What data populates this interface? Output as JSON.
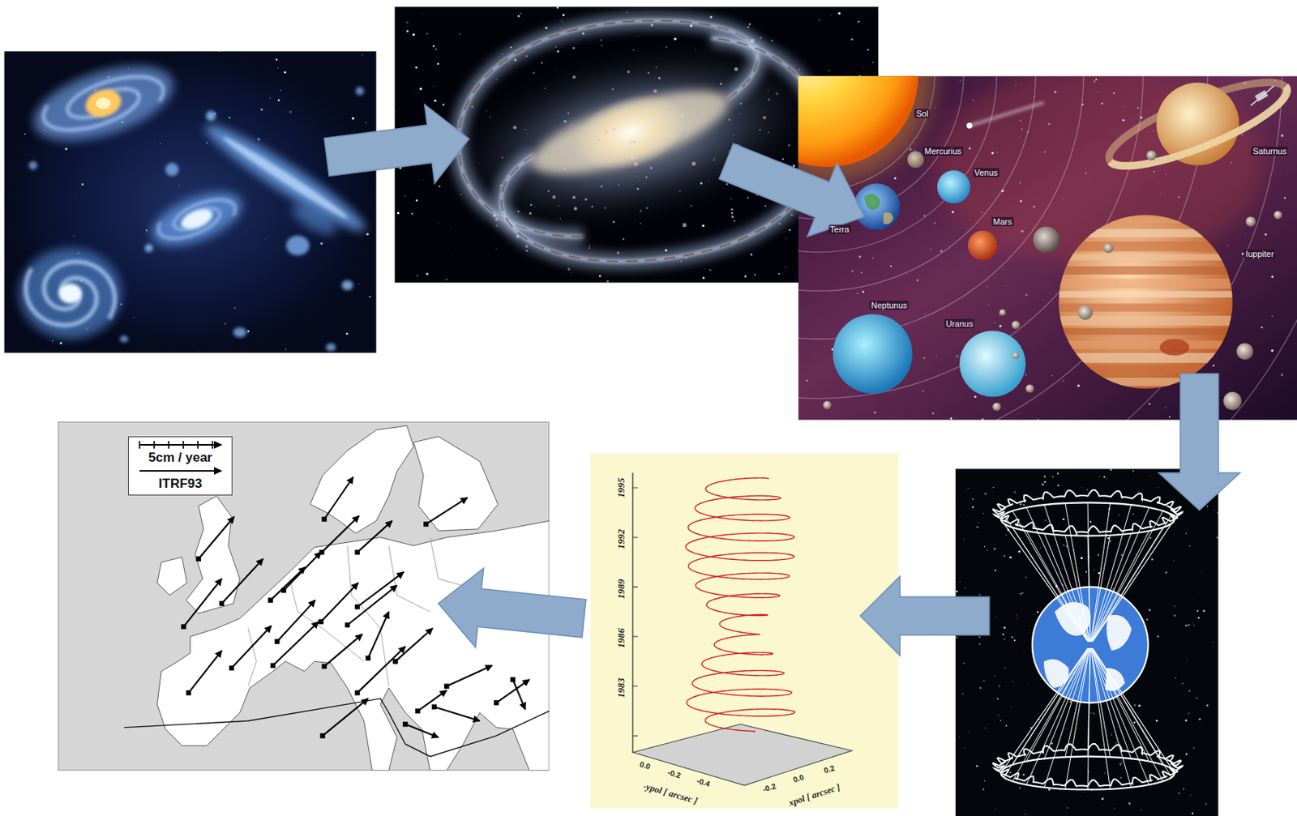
{
  "diagram": {
    "nodes": [
      {
        "text": [
          "5cm / year",
          "ITRF93"
        ]
      }
    ],
    "labels": [
      "Sol",
      "Mercurius",
      "Venus",
      "Terra",
      "Mars",
      "Saturnus",
      "Iuppiter",
      "Neptunus",
      "Uranus",
      "1995",
      "1992",
      "1989",
      "1986",
      "1983",
      "0.0",
      "-0.2",
      "-0.4",
      "-ypol [ arcsec ]",
      "-0.2",
      "0.0",
      "0.2",
      "xpol [ arcsec ]"
    ]
  }
}
